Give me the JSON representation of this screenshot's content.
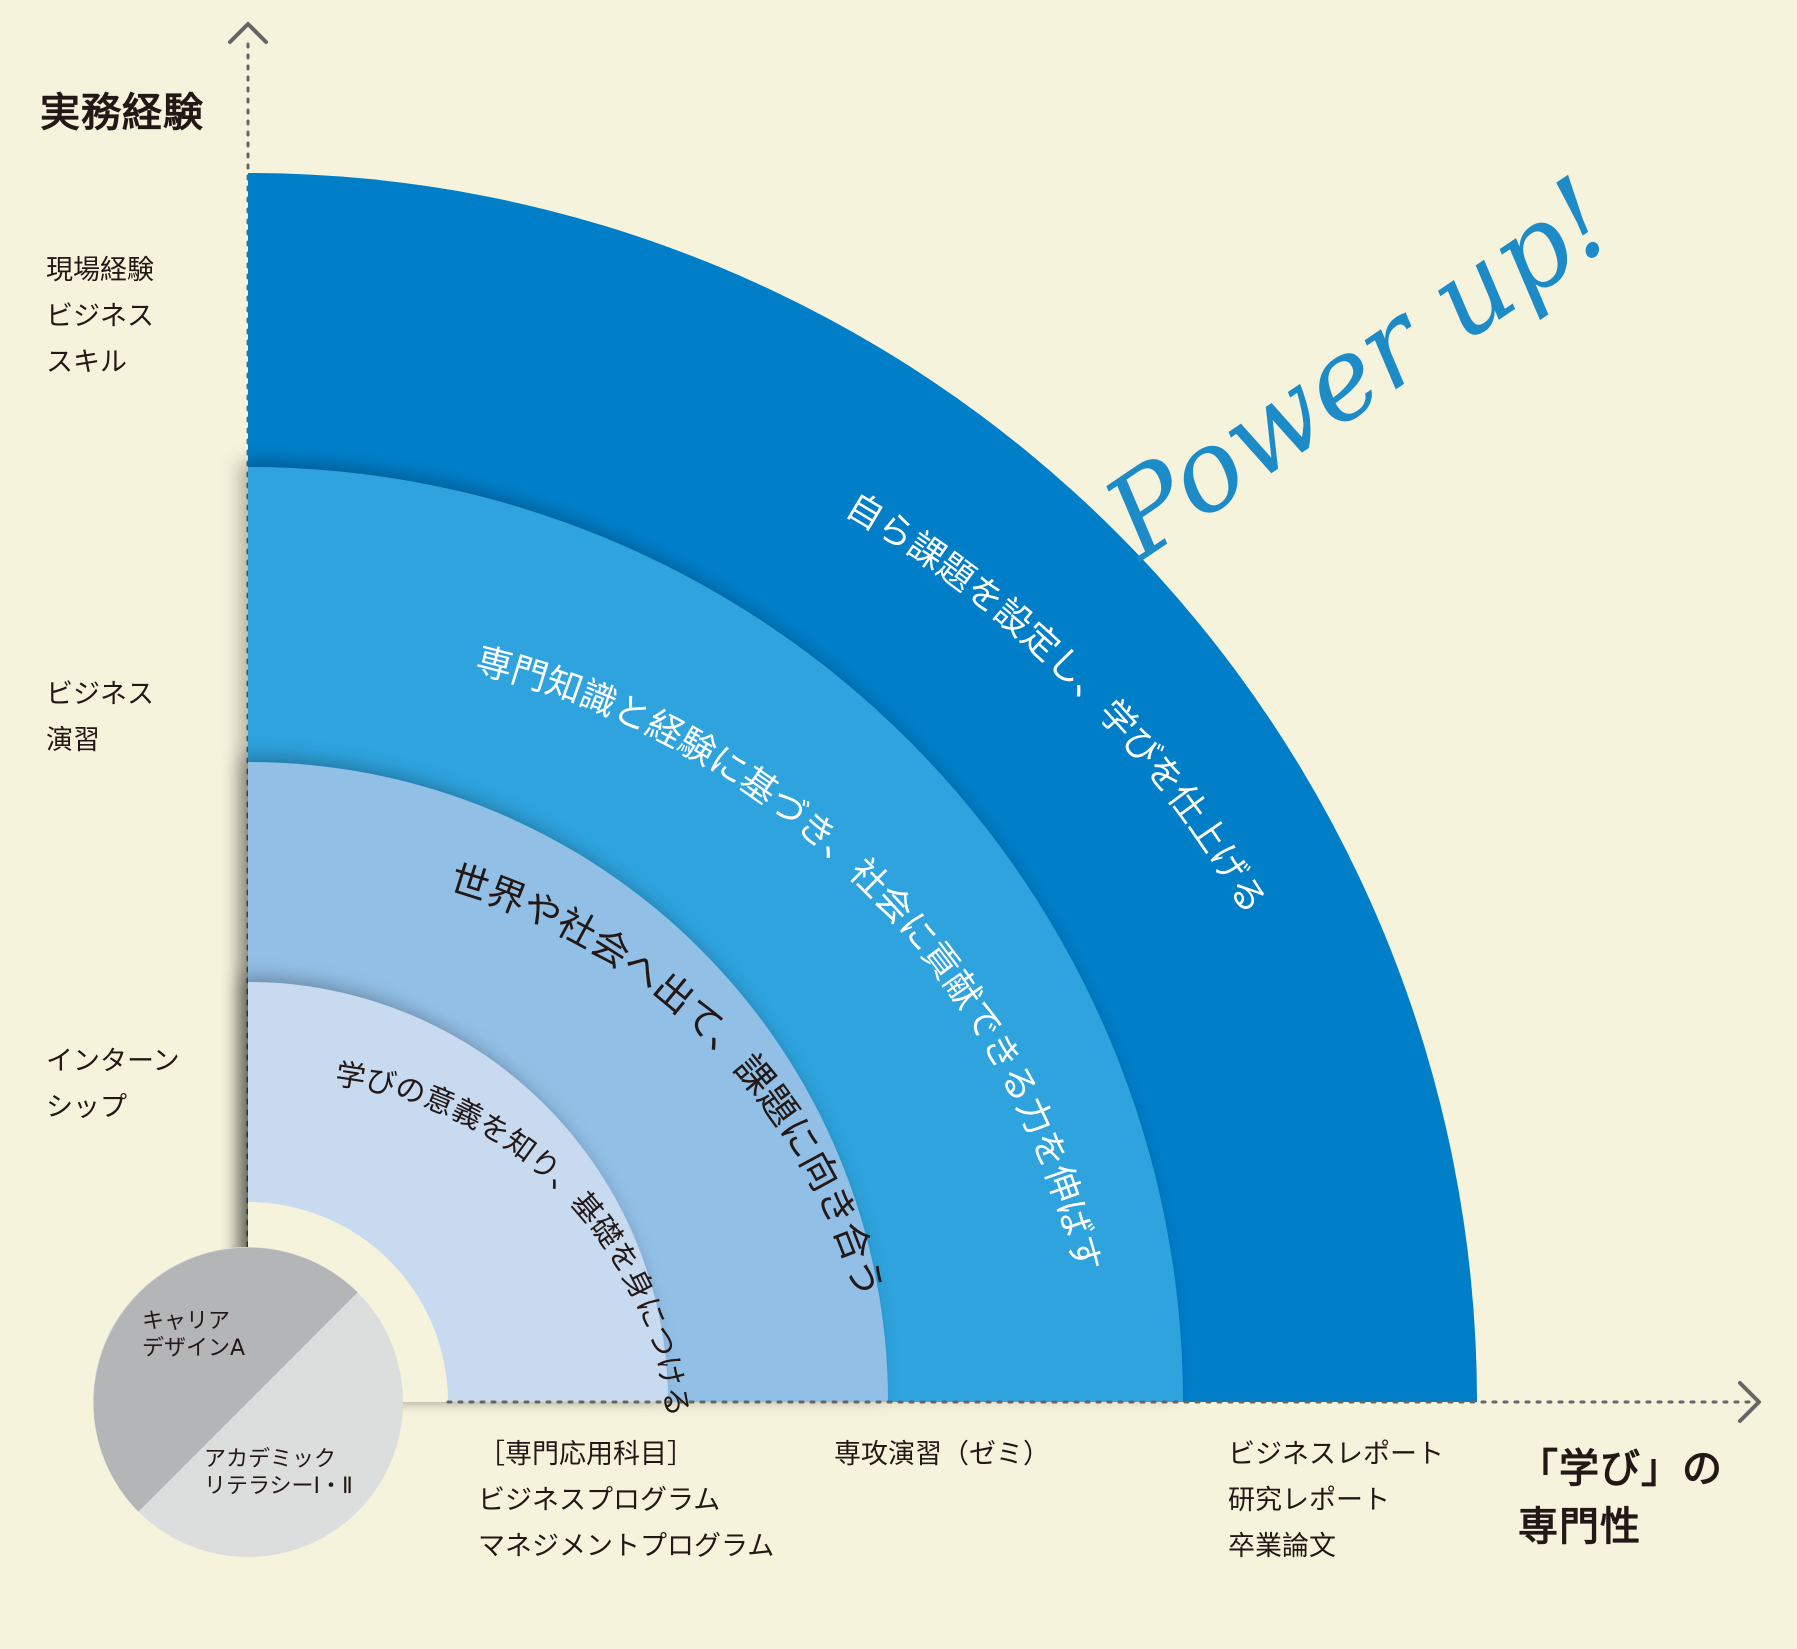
{
  "axes": {
    "y_title": "実務経験",
    "x_title_line1": "「学び」の",
    "x_title_line2": "専門性"
  },
  "y_labels": [
    {
      "lines": [
        "現場経験",
        "ビジネス",
        "スキル"
      ]
    },
    {
      "lines": [
        "ビジネス",
        "演習"
      ]
    },
    {
      "lines": [
        "インターン",
        "シップ"
      ]
    }
  ],
  "x_labels": [
    {
      "lines": [
        "［専門応用科目］",
        "ビジネスプログラム",
        "マネジメントプログラム"
      ]
    },
    {
      "lines": [
        "専攻演習（ゼミ）"
      ]
    },
    {
      "lines": [
        "ビジネスレポート",
        "研究レポート",
        "卒業論文"
      ]
    }
  ],
  "rings": [
    {
      "text": "学びの意義を知り、基礎を身につける",
      "color": "#c8daf0",
      "text_color": "#231815"
    },
    {
      "text": "世界や社会へ出て、課題に向き合う",
      "color": "#92bfe6",
      "text_color": "#231815"
    },
    {
      "text": "専門知識と経験に基づき、社会に貢献できる力を伸ばす",
      "color": "#2ea3de",
      "text_color": "#ffffff"
    },
    {
      "text": "自ら課題を設定し、学びを仕上げる",
      "color": "#007ec8",
      "text_color": "#ffffff"
    }
  ],
  "pie": {
    "top": {
      "lines": [
        "キャリア",
        "デザインA"
      ],
      "color": "#b4b5b6"
    },
    "bottom": {
      "lines": [
        "アカデミック",
        "リテラシーⅠ・Ⅱ"
      ],
      "color": "#dcdddd"
    }
  },
  "tagline": {
    "text": "Power up!",
    "color": "#1e8bc9"
  },
  "colors": {
    "background": "#f6f3dd",
    "axis": "#666666"
  }
}
